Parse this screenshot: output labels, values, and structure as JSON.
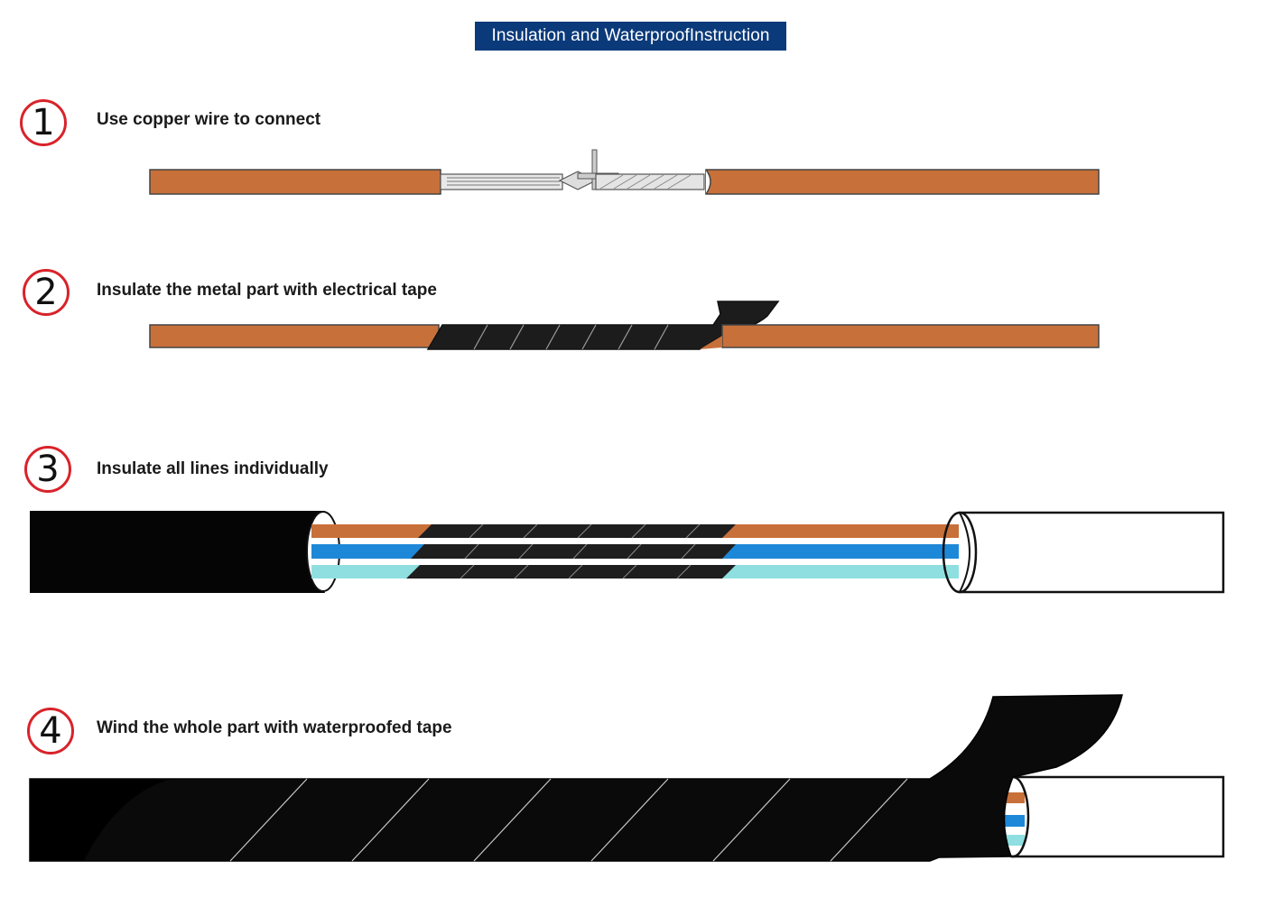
{
  "title": "Insulation and WaterproofInstruction",
  "steps": [
    {
      "number": "1",
      "text": "Use copper wire to connect"
    },
    {
      "number": "2",
      "text": "Insulate the metal part with electrical tape"
    },
    {
      "number": "3",
      "text": "Insulate all lines individually"
    },
    {
      "number": "4",
      "text": "Wind the whole part with waterproofed tape"
    }
  ],
  "colors": {
    "title_bg": "#0b3a7a",
    "number_ring": "#d8232a",
    "wire_copper": "#c8703a",
    "wire_blue": "#1e88d8",
    "wire_light_blue": "#8fdfe0",
    "tape_black": "#1a1a1a"
  }
}
